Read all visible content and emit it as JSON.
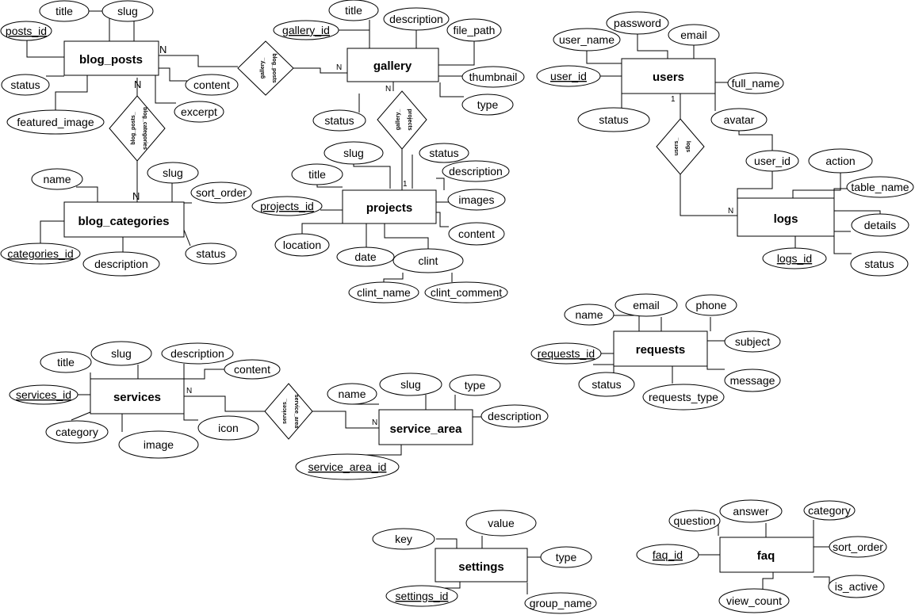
{
  "entities": {
    "blog_posts": "blog_posts",
    "gallery": "gallery",
    "users": "users",
    "blog_categories": "blog_categories",
    "projects": "projects",
    "logs": "logs",
    "requests": "requests",
    "services": "services",
    "service_area": "service_area",
    "settings": "settings",
    "faq": "faq"
  },
  "attributes": {
    "blog_posts": {
      "title": "title",
      "slug": "slug",
      "posts_id": "posts_id",
      "status": "status",
      "featured_image": "featured_image",
      "content": "content",
      "excerpt": "excerpt"
    },
    "gallery": {
      "title": "title",
      "description": "description",
      "gallery_id": "gallery_id",
      "file_path": "file_path",
      "thumbnail": "thumbnail",
      "type": "type",
      "status": "status"
    },
    "users": {
      "password": "password",
      "user_name": "user_name",
      "email": "email",
      "user_id": "user_id",
      "full_name": "full_name",
      "status": "status",
      "avatar": "avatar"
    },
    "blog_categories": {
      "name": "name",
      "slug": "slug",
      "sort_order": "sort_order",
      "categories_id": "categories_id",
      "description": "description",
      "status": "status"
    },
    "projects": {
      "slug": "slug",
      "status": "status",
      "title": "title",
      "description": "description",
      "images": "images",
      "projects_id": "projects_id",
      "content": "content",
      "location": "location",
      "date": "date",
      "clint": "clint",
      "clint_name": "clint_name",
      "clint_comment": "clint_comment"
    },
    "logs": {
      "user_id": "user_id",
      "action": "action",
      "table_name": "table_name",
      "details": "details",
      "logs_id": "logs_id",
      "status": "status"
    },
    "requests": {
      "name": "name",
      "email": "email",
      "phone": "phone",
      "subject": "subject",
      "requests_id": "requests_id",
      "status": "status",
      "message": "message",
      "requests_type": "requests_type"
    },
    "services": {
      "title": "title",
      "slug": "slug",
      "description": "description",
      "content": "content",
      "services_id": "services_id",
      "category": "category",
      "image": "image",
      "icon": "icon"
    },
    "service_area": {
      "name": "name",
      "slug": "slug",
      "type": "type",
      "description": "description",
      "service_area_id": "service_area_id"
    },
    "settings": {
      "key": "key",
      "value": "value",
      "type": "type",
      "settings_id": "settings_id",
      "group_name": "group_name"
    },
    "faq": {
      "question": "question",
      "answer": "answer",
      "category": "category",
      "sort_order": "sort_order",
      "faq_id": "faq_id",
      "is_active": "is_active",
      "view_count": "view_count"
    }
  },
  "relationships": {
    "gallery_blog_posts": [
      "gallery_",
      "blog_posts"
    ],
    "blog_posts_blog_categories": [
      "blog_posts_",
      "blog_categories"
    ],
    "gallery_projects": [
      "gallery_",
      "projects"
    ],
    "users_logs": [
      "users_",
      "logs"
    ],
    "services_service_area": [
      "services_",
      "service_area"
    ]
  },
  "cardinalities": {
    "blog_posts_gallery": "N",
    "gallery_blog_posts": "N",
    "blog_posts_categories": "N",
    "categories_blog_posts": "N",
    "gallery_projects": "N",
    "projects_gallery": "1",
    "users_logs": "1",
    "logs_users": "N",
    "services_area": "N",
    "area_services": "N"
  }
}
